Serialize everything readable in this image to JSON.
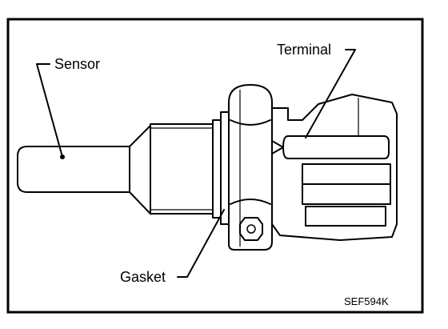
{
  "diagram": {
    "labels": {
      "sensor": "Sensor",
      "terminal": "Terminal",
      "gasket": "Gasket"
    },
    "figure_code": "SEF594K"
  }
}
